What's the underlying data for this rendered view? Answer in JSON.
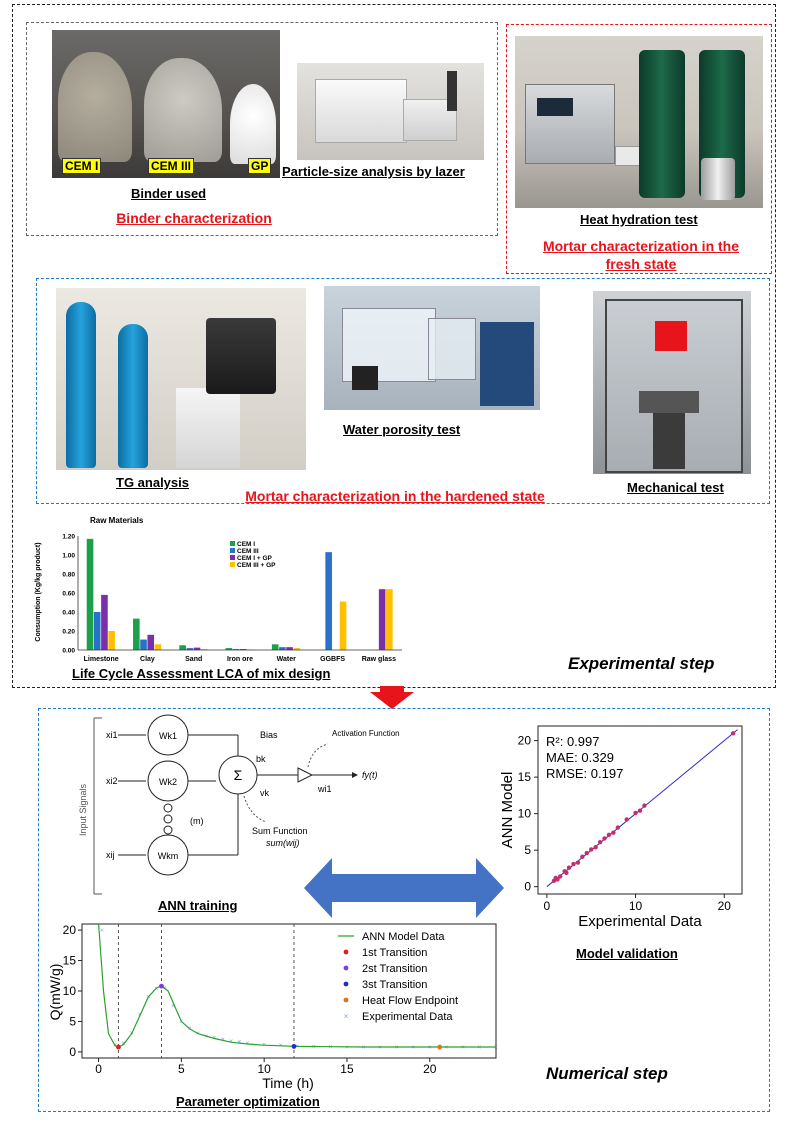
{
  "experimental": {
    "step_label": "Experimental step",
    "binder": {
      "labels": [
        "CEM I",
        "CEM III",
        "GP"
      ],
      "binder_caption": "Binder used",
      "particle_caption": "Particle-size analysis by lazer",
      "group_title": "Binder characterization"
    },
    "fresh": {
      "caption": "Heat hydration test",
      "group_title": "Mortar characterization in the fresh state"
    },
    "hardened": {
      "tg_caption": "TG analysis",
      "porosity_caption": "Water porosity test",
      "mech_caption": "Mechanical test",
      "group_title": "Mortar characterization in the hardened state"
    },
    "lca_caption": "Life Cycle Assessment LCA of mix design"
  },
  "numerical": {
    "step_label": "Numerical step",
    "ann": {
      "caption": "ANN training",
      "inputs": [
        "xi1",
        "xi2",
        "xij"
      ],
      "weights": [
        "Wk1",
        "Wk2",
        "Wkm"
      ],
      "m_label": "(m)",
      "input_signals": "Input Signals",
      "bias": "Bias",
      "bk": "bk",
      "vk": "vk",
      "sigma": "Σ",
      "activation": "Activation Function",
      "output": "fy(t)",
      "wi1": "wi1",
      "sum_function": "Sum Function",
      "sum_expr": "sum(wij)"
    },
    "validation_caption": "Model validation",
    "optimization_caption": "Parameter optimization"
  },
  "colors": {
    "cem1": "#1aa14a",
    "cem3": "#2a72c7",
    "cem1gp": "#7b2fa8",
    "cem3gp": "#ffc000",
    "dash_gray": "#666666",
    "dash_red": "#e8141b",
    "dash_blue": "#2079c9",
    "arrow_red": "#e8141b",
    "arrow_blue": "#4472c4"
  },
  "chart_data": [
    {
      "type": "bar",
      "title": "Raw Materials",
      "ylabel": "Consumption (Kg/kg product)",
      "ylim": [
        0,
        1.2
      ],
      "yticks": [
        "0.00",
        "0.20",
        "0.40",
        "0.60",
        "0.80",
        "1.00",
        "1.20"
      ],
      "categories": [
        "Limestone",
        "Clay",
        "Sand",
        "Iron ore",
        "Water",
        "GGBFS",
        "Raw glass"
      ],
      "legend_position": "top-center",
      "series": [
        {
          "name": "CEM I",
          "values": [
            1.17,
            0.33,
            0.05,
            0.02,
            0.06,
            0.0,
            0.0
          ]
        },
        {
          "name": "CEM III",
          "values": [
            0.4,
            0.11,
            0.02,
            0.01,
            0.03,
            1.03,
            0.0
          ]
        },
        {
          "name": "CEM I + GP",
          "values": [
            0.58,
            0.16,
            0.025,
            0.01,
            0.03,
            0.0,
            0.64
          ]
        },
        {
          "name": "CEM III + GP",
          "values": [
            0.2,
            0.06,
            0.01,
            0.005,
            0.02,
            0.51,
            0.64
          ]
        }
      ]
    },
    {
      "type": "scatter",
      "xlabel": "Experimental Data",
      "ylabel": "ANN Model",
      "xlim": [
        -1,
        22
      ],
      "ylim": [
        -1,
        22
      ],
      "xticks": [
        0,
        10,
        20
      ],
      "yticks": [
        0,
        5,
        10,
        15,
        20
      ],
      "metrics": [
        "R²: 0.997",
        "MAE: 0.329",
        "RMSE: 0.197"
      ],
      "points": [
        [
          0.8,
          0.8
        ],
        [
          1,
          1.2
        ],
        [
          1.2,
          1
        ],
        [
          1.5,
          1.4
        ],
        [
          2,
          2.1
        ],
        [
          2.2,
          1.9
        ],
        [
          2.5,
          2.6
        ],
        [
          3,
          3.1
        ],
        [
          3.5,
          3.3
        ],
        [
          4,
          4.1
        ],
        [
          4.5,
          4.6
        ],
        [
          5,
          5.1
        ],
        [
          5.5,
          5.4
        ],
        [
          6,
          6.1
        ],
        [
          6.5,
          6.6
        ],
        [
          7,
          7.1
        ],
        [
          7.5,
          7.4
        ],
        [
          8,
          8.1
        ],
        [
          9,
          9.2
        ],
        [
          10,
          10.1
        ],
        [
          10.5,
          10.4
        ],
        [
          11,
          11.1
        ],
        [
          21,
          21
        ]
      ]
    },
    {
      "type": "line",
      "xlabel": "Time (h)",
      "ylabel": "Q(mW/g)",
      "xlim": [
        -1,
        24
      ],
      "ylim": [
        -1,
        21
      ],
      "xticks": [
        0,
        5,
        10,
        15,
        20
      ],
      "yticks": [
        0,
        5,
        10,
        15,
        20
      ],
      "legend_position": "top-right",
      "transitions_x": [
        1.2,
        3.8,
        11.8
      ],
      "series": [
        {
          "name": "ANN Model Data",
          "x": [
            0,
            0.3,
            0.6,
            1,
            1.2,
            1.5,
            2,
            2.5,
            3,
            3.5,
            3.8,
            4.2,
            4.6,
            5,
            5.5,
            6,
            7,
            8,
            9,
            10,
            11,
            12,
            14,
            16,
            18,
            20,
            22,
            24
          ],
          "y": [
            21,
            10,
            3,
            1,
            0.8,
            1.2,
            3,
            6,
            9,
            10.5,
            10.8,
            10,
            7.5,
            5,
            3.8,
            3,
            2.2,
            1.6,
            1.3,
            1.1,
            1,
            0.9,
            0.85,
            0.8,
            0.8,
            0.8,
            0.8,
            0.8
          ]
        },
        {
          "name": "1st Transition",
          "x": [
            1.2
          ],
          "y": [
            0.8
          ]
        },
        {
          "name": "2st Transition",
          "x": [
            3.8
          ],
          "y": [
            10.8
          ]
        },
        {
          "name": "3st Transition",
          "x": [
            11.8
          ],
          "y": [
            0.9
          ]
        },
        {
          "name": "Heat Flow Endpoint",
          "x": [
            20.6
          ],
          "y": [
            0.8
          ]
        },
        {
          "name": "Experimental Data",
          "x": [
            0.2,
            1,
            1.5,
            2,
            2.5,
            3,
            3.5,
            4,
            4.5,
            5,
            5.5,
            6,
            6.5,
            7,
            7.5,
            8,
            8.5,
            9,
            10,
            11,
            12,
            13,
            14,
            15,
            16,
            17,
            18,
            19,
            20,
            21,
            22,
            23,
            24
          ],
          "y": [
            20,
            1.2,
            1.5,
            3.2,
            6.2,
            9.1,
            10.4,
            10.6,
            7.6,
            5.1,
            3.9,
            3.1,
            2.6,
            2.4,
            2.1,
            1.8,
            1.7,
            1.5,
            1.2,
            1.1,
            1,
            0.9,
            0.9,
            0.8,
            0.8,
            0.8,
            0.8,
            0.8,
            0.8,
            0.8,
            0.8,
            0.8,
            0.8
          ]
        }
      ]
    }
  ]
}
